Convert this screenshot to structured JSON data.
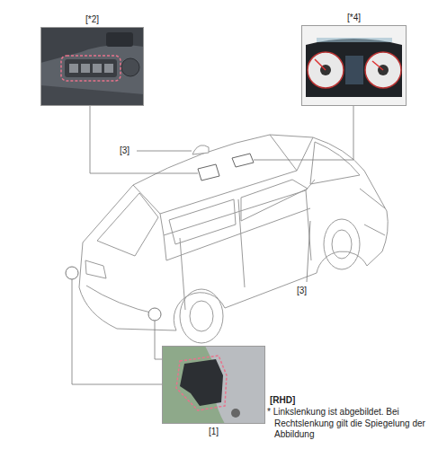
{
  "diagram": {
    "nodes": [
      {
        "text": [
          "[*2]"
        ]
      },
      {
        "text": [
          "[*4]"
        ]
      },
      {
        "text": [
          "[1]"
        ]
      }
    ],
    "labels": [
      "[3]",
      "[3]",
      "[RHD]",
      "* Linkslenkung ist abgebildet. Bei Rechtslenkung gilt die Spiegelung der Abbildung"
    ]
  }
}
